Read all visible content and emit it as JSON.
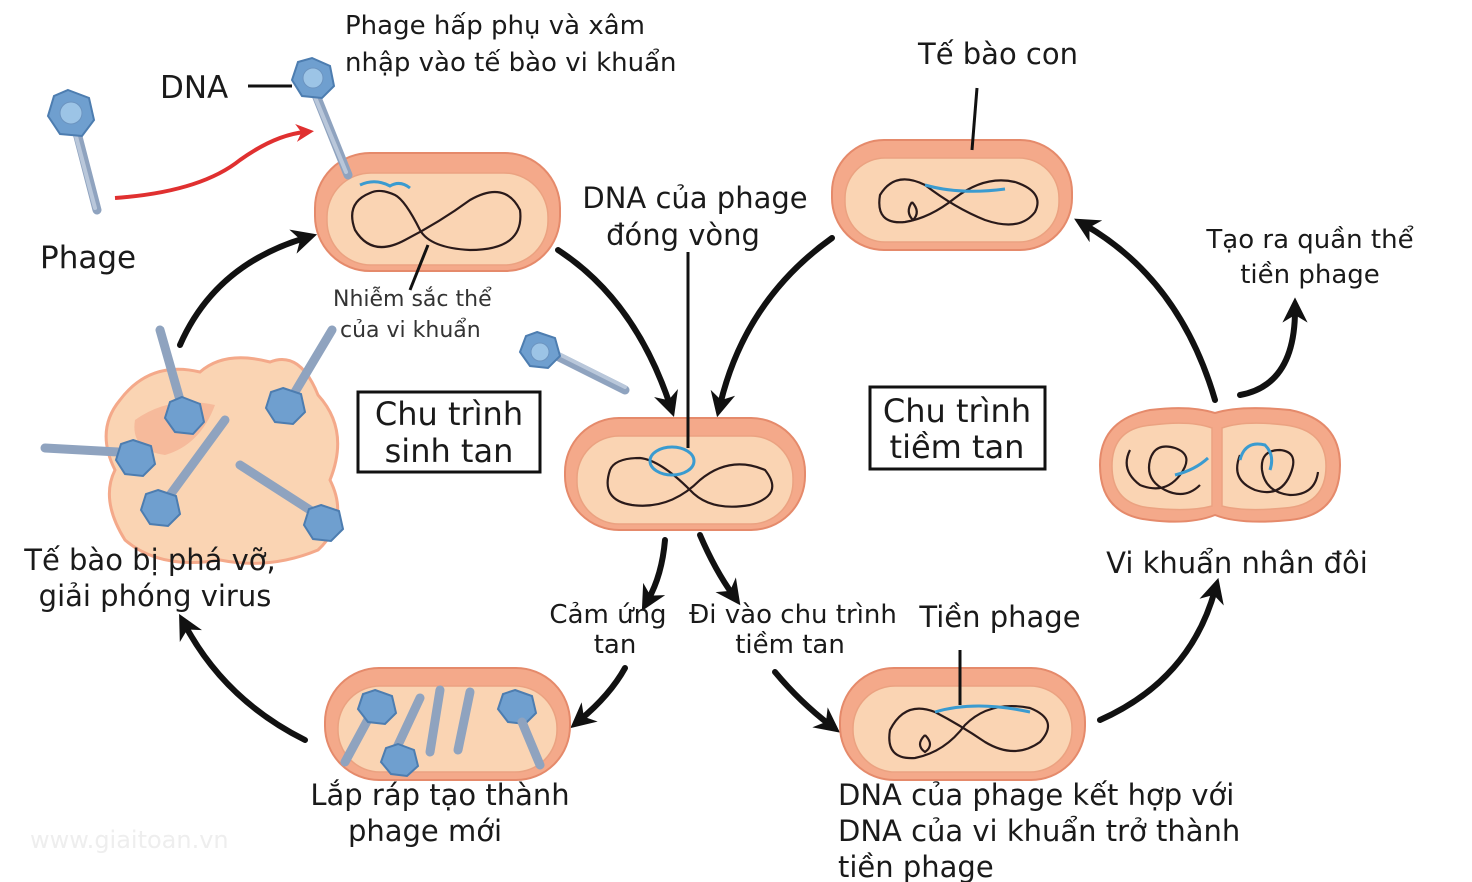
{
  "labels": {
    "phage_attach_line1": "Phage hấp phụ và xâm",
    "phage_attach_line2": "nhập vào tế bào vi khuẩn",
    "dna": "DNA",
    "phage": "Phage",
    "bacterial_chromosome_line1": "Nhiễm sắc thể",
    "bacterial_chromosome_line2": "của vi khuẩn",
    "phage_dna_circle_line1": "DNA của phage",
    "phage_dna_circle_line2": "đóng vòng",
    "daughter_cell": "Tế bào con",
    "prophage_population_line1": "Tạo ra quần thể",
    "prophage_population_line2": "tiền phage",
    "lytic_cycle_line1": "Chu trình",
    "lytic_cycle_line2": "sinh tan",
    "lysogenic_cycle_line1": "Chu trình",
    "lysogenic_cycle_line2": "tiềm tan",
    "cell_lysis_line1": "Tế bào bị phá vỡ,",
    "cell_lysis_line2": "giải phóng virus",
    "bacteria_divide": "Vi khuẩn nhân đôi",
    "induce_lysis_line1": "Cảm ứng",
    "induce_lysis_line2": "tan",
    "enter_lysogenic_line1": "Đi vào chu trình",
    "enter_lysogenic_line2": "tiềm tan",
    "prophage": "Tiền phage",
    "assembly_line1": "Lắp ráp tạo thành",
    "assembly_line2": "phage mới",
    "integration_line1": "DNA của phage kết hợp với",
    "integration_line2": "DNA của vi khuẩn trở thành",
    "integration_line3": "tiền phage",
    "watermark": "www.giaitoan.vn"
  },
  "colors": {
    "cell_membrane": "#f4a98a",
    "cytoplasm": "#fad4b3",
    "phage_head": "#6f9fcf",
    "phage_tail": "#8fa3bf",
    "phage_dna": "#3a9bd0",
    "bacterial_dna": "#2a1a1a",
    "injection_arrow": "#e03030",
    "cycle_arrow": "#111111"
  }
}
